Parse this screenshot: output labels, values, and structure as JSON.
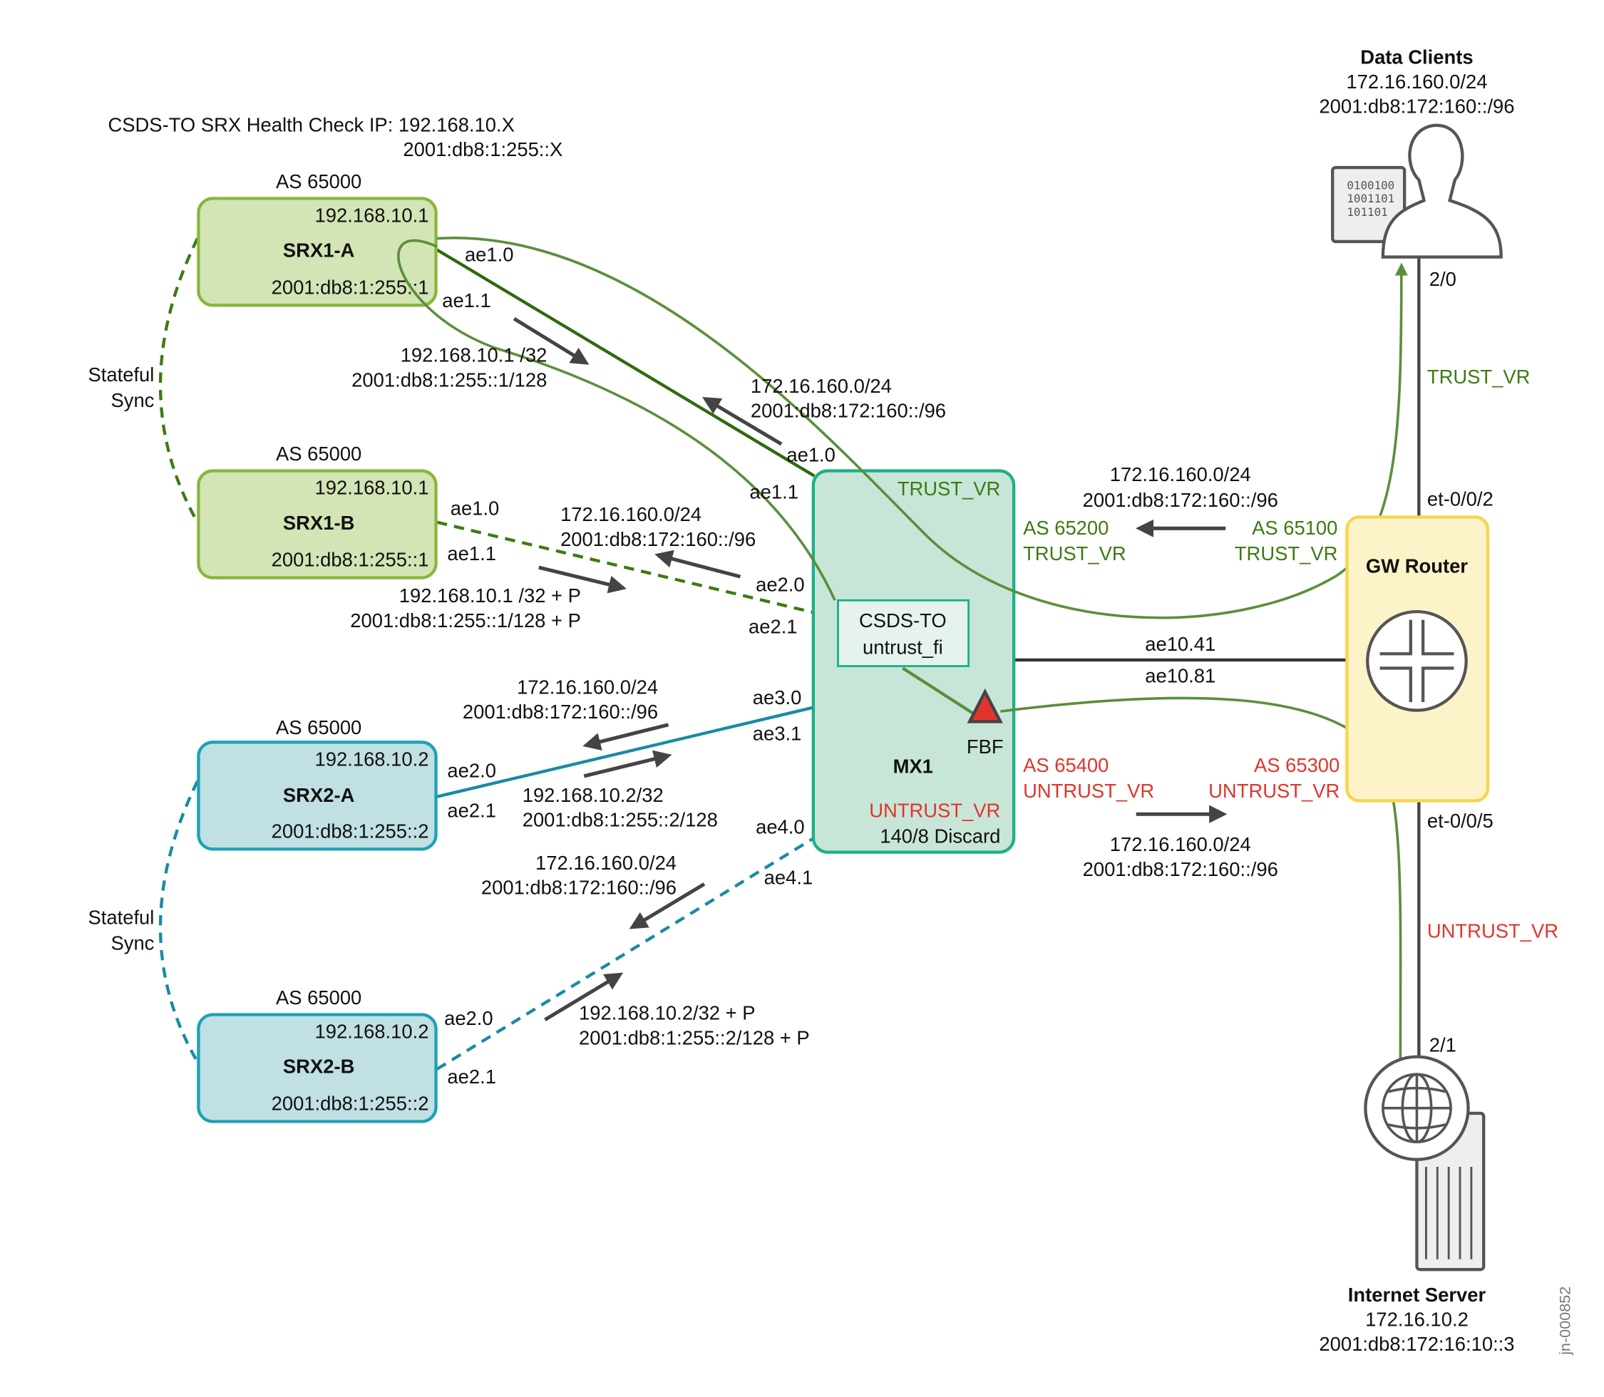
{
  "colors": {
    "trust": "#3e7a12",
    "untrust": "#e0352b",
    "srx1_fill": "#d3e4b5",
    "srx1_stroke": "#8ab53f",
    "srx2_fill": "#c0e0e3",
    "srx2_stroke": "#1fa1b5",
    "mx_fill": "#c8e6d8",
    "mx_stroke": "#1cb089",
    "gw_fill": "#fdf3c9",
    "gw_stroke": "#f7d44e",
    "arrow": "#444444",
    "flow": "#5a8f3a"
  },
  "health_check": {
    "label": "CSDS-TO SRX Health Check IP: 192.168.10.X",
    "ipv6": "2001:db8:1:255::X"
  },
  "sync_labels": [
    {
      "line1": "Stateful",
      "line2": "Sync"
    },
    {
      "line1": "Stateful",
      "line2": "Sync"
    }
  ],
  "devices": {
    "srx1a": {
      "as": "AS 65000",
      "ipv4": "192.168.10.1",
      "name": "SRX1-A",
      "ipv6": "2001:db8:1:255::1"
    },
    "srx1b": {
      "as": "AS 65000",
      "ipv4": "192.168.10.1",
      "name": "SRX1-B",
      "ipv6": "2001:db8:1:255::1"
    },
    "srx2a": {
      "as": "AS 65000",
      "ipv4": "192.168.10.2",
      "name": "SRX2-A",
      "ipv6": "2001:db8:1:255::2"
    },
    "srx2b": {
      "as": "AS 65000",
      "ipv4": "192.168.10.2",
      "name": "SRX2-B",
      "ipv6": "2001:db8:1:255::2"
    },
    "mx1": {
      "name": "MX1",
      "trust_vr": "TRUST_VR",
      "untrust_vr": "UNTRUST_VR",
      "discard": "140/8 Discard",
      "filter_line1": "CSDS-TO",
      "filter_line2": "untrust_fi",
      "fbf": "FBF"
    },
    "gw": {
      "name": "GW Router",
      "port_top": "et-0/0/2",
      "port_bottom": "et-0/0/5"
    },
    "clients": {
      "name": "Data Clients",
      "ipv4": "172.16.160.0/24",
      "ipv6": "2001:db8:172:160::/96",
      "port": "2/0",
      "vr": "TRUST_VR",
      "screen_lines": [
        "0100100",
        "1001101",
        "101101"
      ]
    },
    "server": {
      "name": "Internet Server",
      "ipv4": "172.16.10.2",
      "ipv6": "2001:db8:172:16:10::3",
      "port": "2/1",
      "vr": "UNTRUST_VR"
    }
  },
  "interfaces": {
    "srx1a_ae10": "ae1.0",
    "srx1a_ae11": "ae1.1",
    "mx_ae10": "ae1.0",
    "mx_ae11": "ae1.1",
    "srx1b_ae10": "ae1.0",
    "srx1b_ae11": "ae1.1",
    "mx_ae20": "ae2.0",
    "mx_ae21": "ae2.1",
    "mx_ae30": "ae3.0",
    "mx_ae31": "ae3.1",
    "srx2a_ae20": "ae2.0",
    "srx2a_ae21": "ae2.1",
    "mx_ae40": "ae4.0",
    "mx_ae41": "ae4.1",
    "srx2b_ae20": "ae2.0",
    "srx2b_ae21": "ae2.1",
    "mx_gw_1": "ae10.41",
    "mx_gw_2": "ae10.81"
  },
  "routes": {
    "srx1a_out": {
      "l1": "192.168.10.1 /32",
      "l2": "2001:db8:1:255::1/128"
    },
    "srx1a_in": {
      "l1": "172.16.160.0/24",
      "l2": "2001:db8:172:160::/96"
    },
    "srx1b_in": {
      "l1": "172.16.160.0/24",
      "l2": "2001:db8:172:160::/96"
    },
    "srx1b_out": {
      "l1": "192.168.10.1 /32 + P",
      "l2": "2001:db8:1:255::1/128 + P"
    },
    "srx2a_in": {
      "l1": "172.16.160.0/24",
      "l2": "2001:db8:172:160::/96"
    },
    "srx2a_out": {
      "l1": "192.168.10.2/32",
      "l2": "2001:db8:1:255::2/128"
    },
    "srx2b_in": {
      "l1": "172.16.160.0/24",
      "l2": "2001:db8:172:160::/96"
    },
    "srx2b_out": {
      "l1": "192.168.10.2/32 + P",
      "l2": "2001:db8:1:255::2/128 + P"
    },
    "trust_adv": {
      "l1": "172.16.160.0/24",
      "l2": "2001:db8:172:160::/96"
    },
    "untrust_adv": {
      "l1": "172.16.160.0/24",
      "l2": "2001:db8:172:160::/96"
    }
  },
  "peering": {
    "mx_trust_as": "AS 65200",
    "mx_trust_vr": "TRUST_VR",
    "gw_trust_as": "AS 65100",
    "gw_trust_vr": "TRUST_VR",
    "mx_untrust_as": "AS 65400",
    "mx_untrust_vr": "UNTRUST_VR",
    "gw_untrust_as": "AS 65300",
    "gw_untrust_vr": "UNTRUST_VR"
  },
  "figure_id": "jn-000852"
}
